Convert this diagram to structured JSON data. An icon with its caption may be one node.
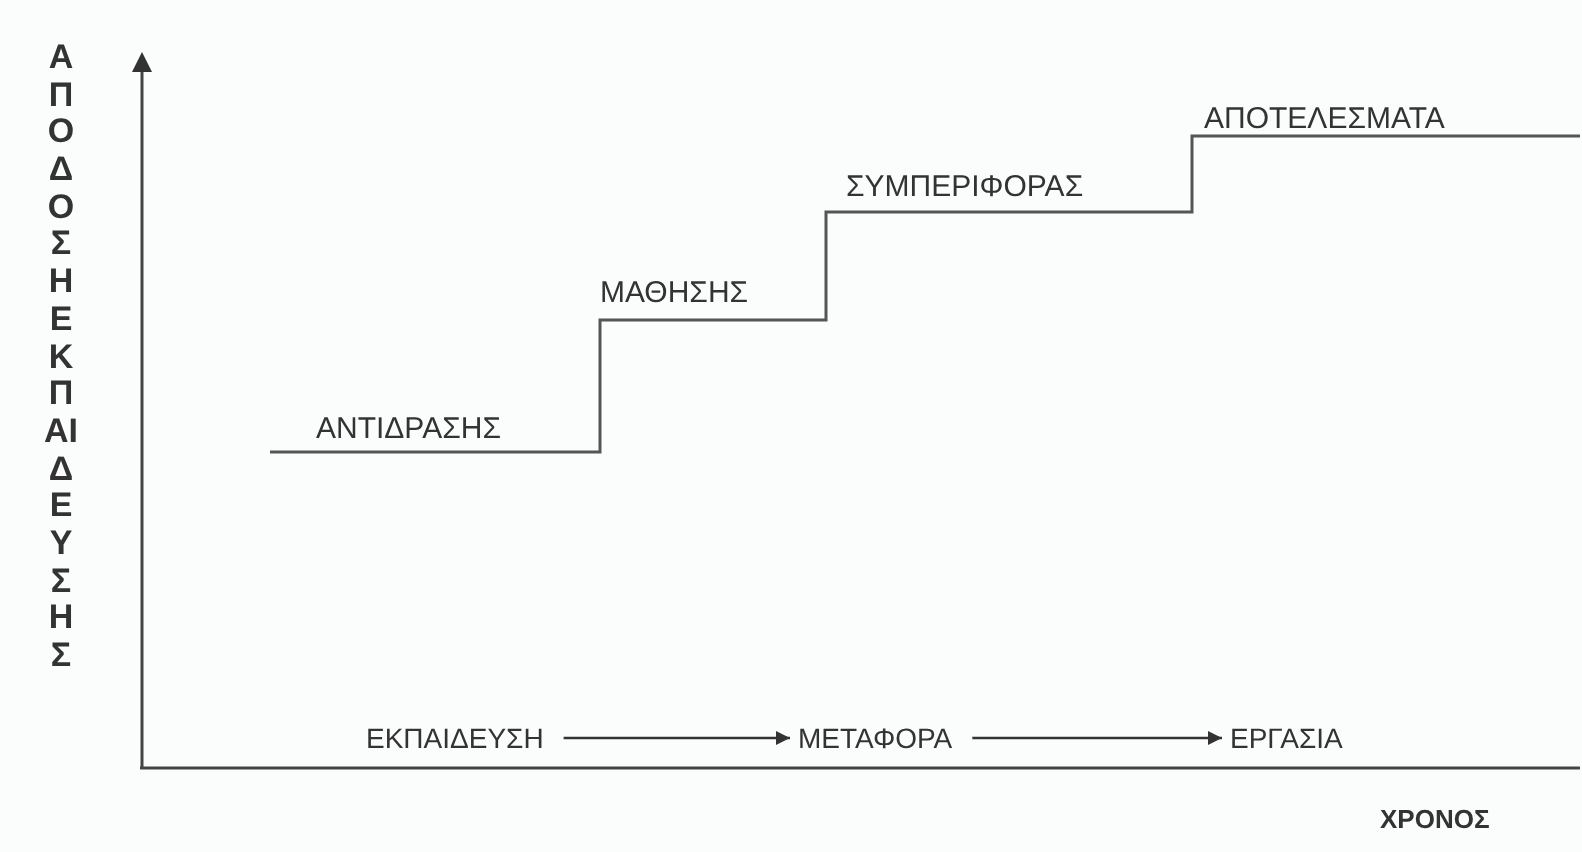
{
  "diagram": {
    "nodes": [
      {
        "text": [
          "ΕΚΠΑΙΔΕΥΣΗ"
        ]
      },
      {
        "text": [
          "ΜΕΤΑΦΟΡΑ"
        ]
      },
      {
        "text": [
          "ΕΡΓΑΣΙΑ"
        ]
      }
    ],
    "edges": [
      {
        "from": 0,
        "to": 1,
        "arrow": "to"
      },
      {
        "from": 1,
        "to": 2,
        "arrow": "to"
      }
    ],
    "labels": [
      "ΑΠΟΔΟΣΗ ΕΚΠΑΙΔΕΥΣΗΣ",
      "ΑΠΟΤΕΛΕΣΜΑΤΑ",
      "ΣΥΜΠΕΡΙΦΟΡΑΣ",
      "ΜΑΘΗΣΗΣ",
      "ΑΝΤΙΔΡΑΣΗΣ",
      "ΧΡΟΝΟΣ"
    ]
  }
}
